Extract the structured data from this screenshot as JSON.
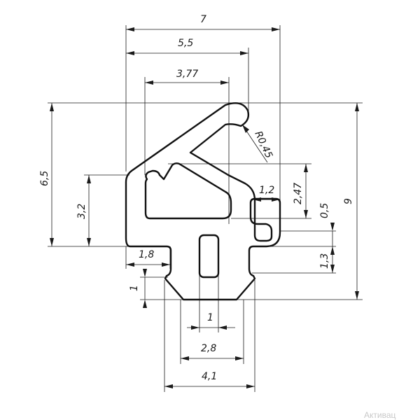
{
  "dimensions": {
    "overall_width": "7",
    "upper_width": "5,5",
    "inner_width": "3,77",
    "radius": "R0,45",
    "left_height": "6,5",
    "total_height": "9",
    "lip_height": "3,2",
    "slot_height": "2,47",
    "slot_gap": "1,2",
    "step": "0,5",
    "stem_height": "1,3",
    "base_height": "1",
    "flange_width": "1,8",
    "core_width": "1",
    "base_mid_width": "2,8",
    "base_width": "4,1"
  },
  "watermark": "Активац"
}
